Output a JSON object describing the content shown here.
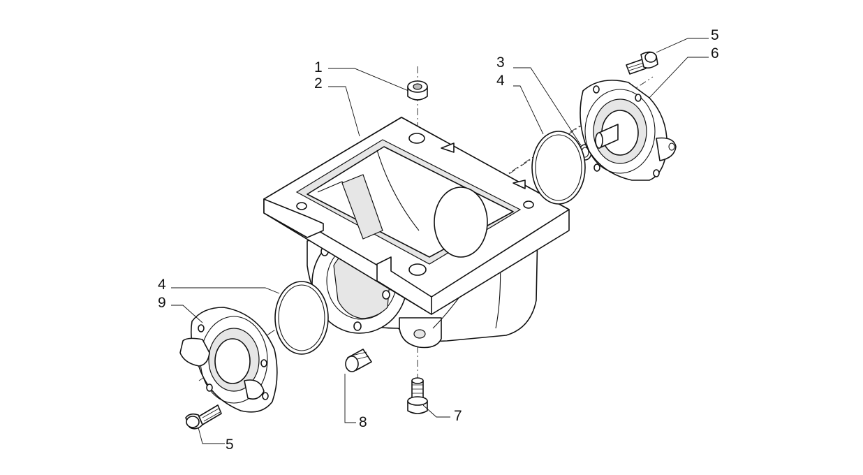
{
  "callouts": {
    "c1": "1",
    "c2": "2",
    "c3": "3",
    "c4a": "4",
    "c4b": "4",
    "c5a": "5",
    "c5b": "5",
    "c6": "6",
    "c7": "7",
    "c8": "8",
    "c9": "9"
  }
}
